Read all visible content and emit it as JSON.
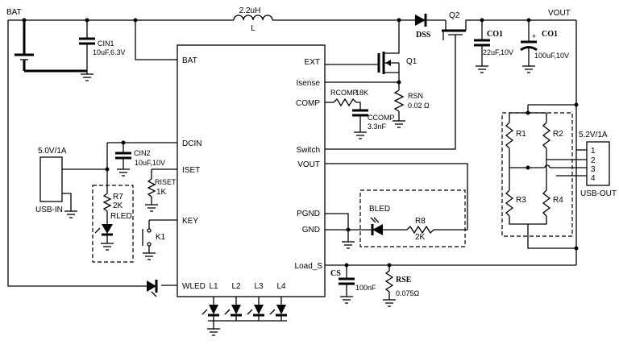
{
  "ic": {
    "pins_left": [
      "BAT",
      "DCIN",
      "ISET",
      "KEY",
      "WLED"
    ],
    "pins_right": [
      "EXT",
      "Isense",
      "COMP",
      "Switch",
      "VOUT",
      "PGND",
      "GND",
      "Load_S"
    ],
    "pins_bottom": [
      "L1",
      "L2",
      "L3",
      "L4"
    ]
  },
  "nets": {
    "bat": "BAT",
    "vout": "VOUT"
  },
  "inductor": {
    "value": "2.2uH",
    "ref": "L"
  },
  "components": {
    "cin1_ref": "CIN1",
    "cin1_value": "10uF,6.3V",
    "cin2_ref": "CIN2",
    "cin2_value": "10uF,10V",
    "dss": "DSS",
    "q2": "Q2",
    "q1": "Q1",
    "co1_a": "CO1",
    "co1_a_value": "22uF,10V",
    "co1_b": "CO1",
    "co1_b_value": "100uF,10V",
    "rsn_ref": "RSN",
    "rsn_value": "0.02 Ω",
    "rcomp_ref": "RCOMP",
    "rcomp_value": "18K",
    "ccomp_ref": "CCOMP",
    "ccomp_value": "3.3nF",
    "riset_ref": "RISET",
    "riset_value": "1K",
    "r7_ref": "R7",
    "r7_value": "2K",
    "rled": "RLED",
    "k1": "K1",
    "bled": "BLED",
    "r8_ref": "R8",
    "r8_value": "2K",
    "cs_ref": "CS",
    "cs_value": "100nF",
    "rse_ref": "RSE",
    "rse_value": "0.075Ω",
    "r1": "R1",
    "r2": "R2",
    "r3": "R3",
    "r4": "R4"
  },
  "connectors": {
    "usb_in_rating": "5.0V/1A",
    "usb_in_label": "USB-IN",
    "usb_out_rating": "5.2V/1A",
    "usb_out_label": "USB-OUT",
    "usb_out_pins": [
      "1",
      "2",
      "3",
      "4"
    ]
  }
}
